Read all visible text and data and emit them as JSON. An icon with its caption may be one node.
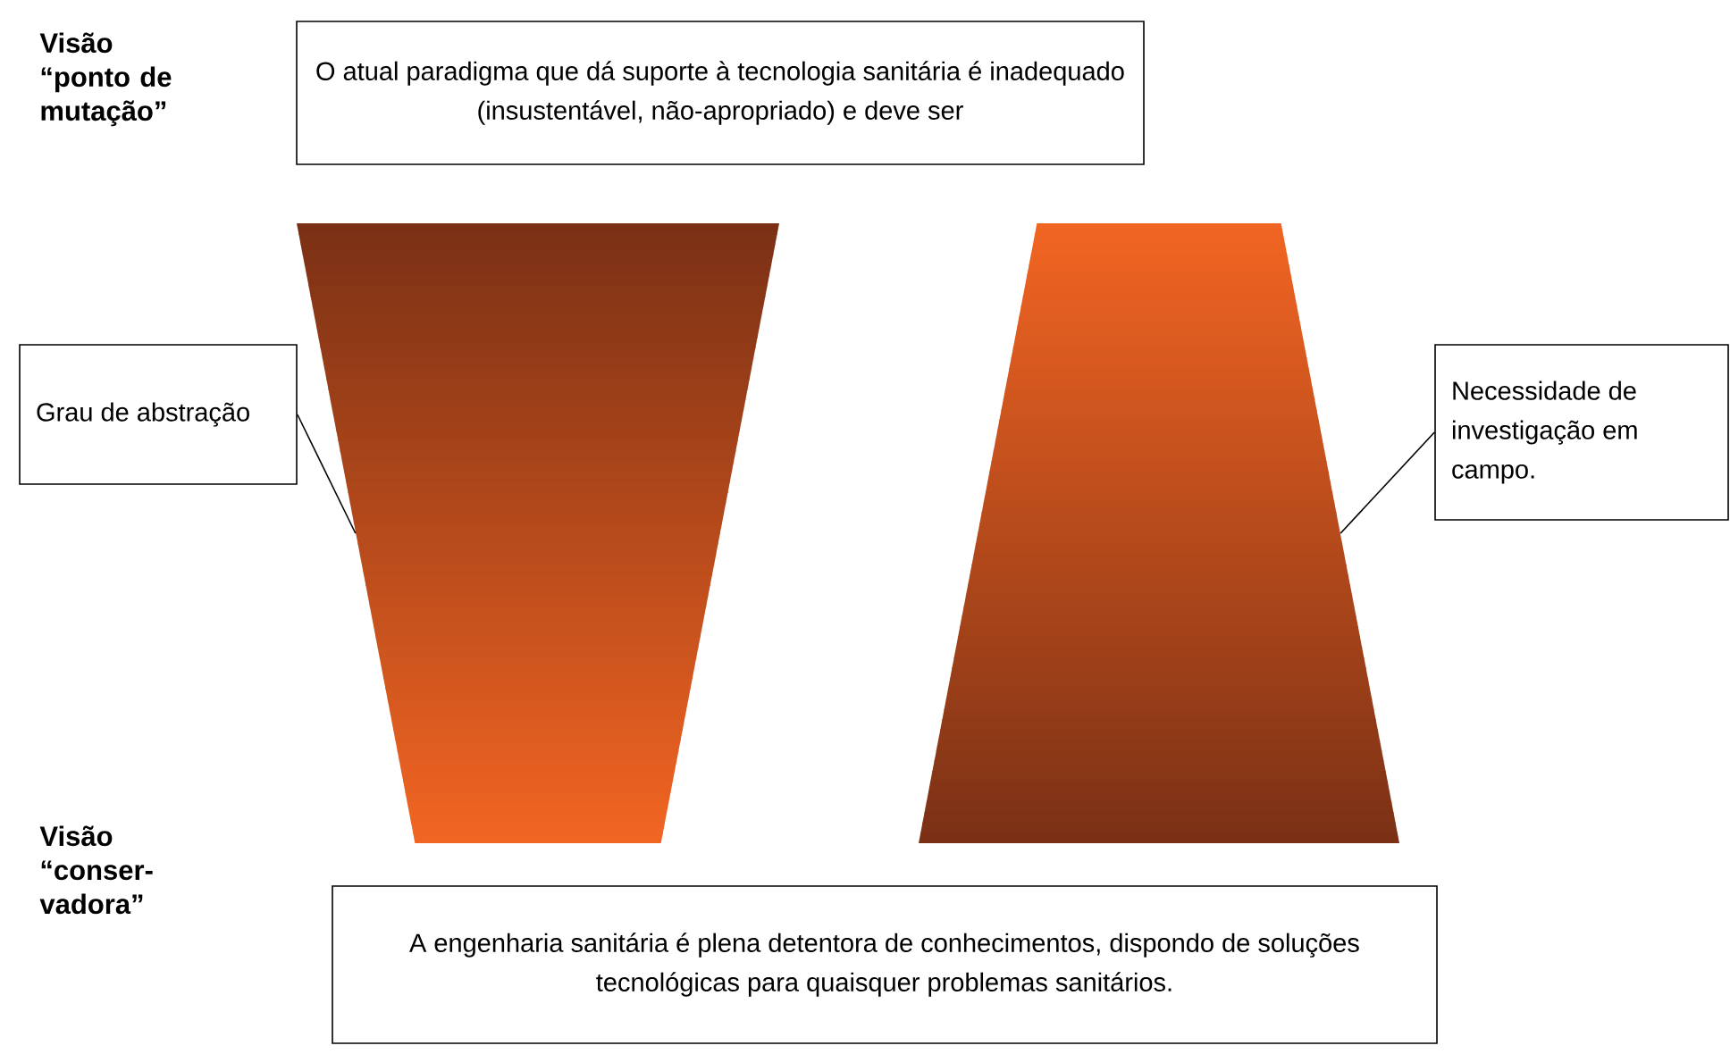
{
  "diagram": {
    "nodes": [
      {
        "text": [
          "O atual paradigma que dá suporte à tecnologia sanitária é inadequado (insustentável, não-apropriado) e deve ser"
        ]
      },
      {
        "text": [],
        "shape": "trapezoid"
      },
      {
        "text": [],
        "shape": "trapezoid"
      },
      {
        "text": [
          "Grau de abstração"
        ]
      },
      {
        "text": [
          "Necessidade de investigação em campo."
        ]
      },
      {
        "text": [
          "A engenharia sanitária é plena detentora de conhecimentos, dispondo de soluções tecnológicas para quaisquer problemas sanitários."
        ]
      }
    ],
    "edges": [
      {
        "from": 3,
        "to": 1,
        "arrow": "none"
      },
      {
        "from": 4,
        "to": 2,
        "arrow": "none"
      }
    ],
    "labels": [
      "Visão “ponto de mutação”",
      "Visão “conser-vadora”"
    ]
  }
}
